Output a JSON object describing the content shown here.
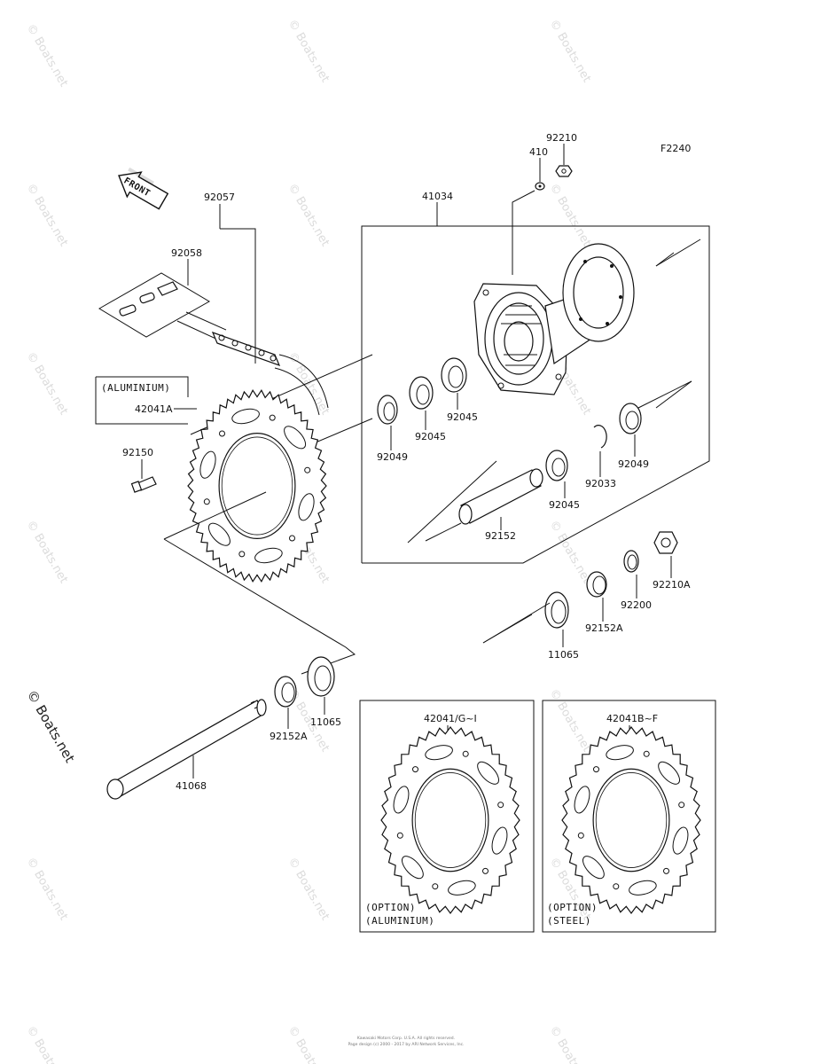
{
  "diagram_code": "F2240",
  "front_arrow_label": "FRONT",
  "aluminium_tag": "(ALUMINIUM)",
  "option_aluminium": {
    "line1": "(OPTION)",
    "line2": "(ALUMINIUM)",
    "part": "42041/G~I"
  },
  "option_steel": {
    "line1": "(OPTION)",
    "line2": "(STEEL)",
    "part": "42041B~F"
  },
  "watermark": "© Boats.net",
  "copyright_line1": "Kawasaki Motors Corp. U.S.A. All rights reserved.",
  "copyright_line2": "Page design (c) 2000 - 2017 by ARI Network Services, Inc.",
  "labels": {
    "p92210": "92210",
    "p410": "410",
    "p41034": "41034",
    "p92057": "92057",
    "p92058": "92058",
    "p42041A": "42041A",
    "p92150": "92150",
    "p92049a": "92049",
    "p92045a": "92045",
    "p92045b": "92045",
    "p92049b": "92049",
    "p92033": "92033",
    "p92045c": "92045",
    "p92152": "92152",
    "p92210A": "92210A",
    "p92200": "92200",
    "p92152Aa": "92152A",
    "p11065a": "11065",
    "p11065b": "11065",
    "p92152Ab": "92152A",
    "p41068": "41068"
  }
}
